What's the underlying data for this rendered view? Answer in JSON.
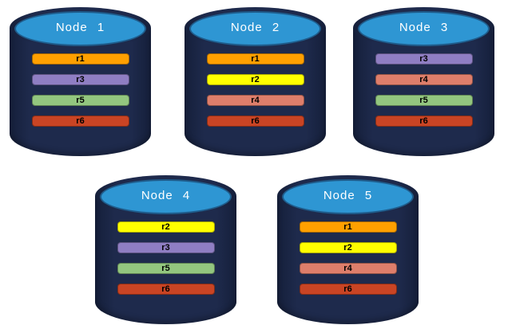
{
  "diagram": {
    "type": "database-replica-distribution",
    "nodes": [
      {
        "label": "Node 1",
        "replicas": [
          "r1",
          "r3",
          "r5",
          "r6"
        ]
      },
      {
        "label": "Node 2",
        "replicas": [
          "r1",
          "r2",
          "r4",
          "r6"
        ]
      },
      {
        "label": "Node 3",
        "replicas": [
          "r3",
          "r4",
          "r5",
          "r6"
        ]
      },
      {
        "label": "Node 4",
        "replicas": [
          "r2",
          "r3",
          "r5",
          "r6"
        ]
      },
      {
        "label": "Node 5",
        "replicas": [
          "r1",
          "r2",
          "r4",
          "r6"
        ]
      }
    ],
    "replica_colors": {
      "r1": "#FFA000",
      "r2": "#FFFF00",
      "r3": "#8F7EC3",
      "r4": "#DE7E6B",
      "r5": "#93C67F",
      "r6": "#C94424"
    },
    "cylinder_colors": {
      "body": "#1E2A4C",
      "top": "#2E96D3",
      "top_border": "#1F5C8B",
      "label_text": "#FFFFFF"
    }
  }
}
